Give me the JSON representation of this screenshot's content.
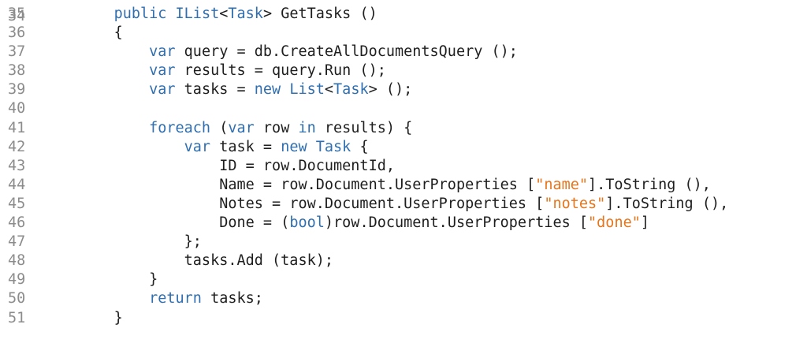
{
  "editor": {
    "partial_top_line_number": "34",
    "lines": [
      {
        "number": "35",
        "indent": "    ",
        "tokens": [
          {
            "t": "kw",
            "v": "public"
          },
          {
            "t": "plain",
            "v": " "
          },
          {
            "t": "ty",
            "v": "IList"
          },
          {
            "t": "plain",
            "v": "<"
          },
          {
            "t": "ty",
            "v": "Task"
          },
          {
            "t": "plain",
            "v": "> GetTasks ()"
          }
        ]
      },
      {
        "number": "36",
        "indent": "    ",
        "tokens": [
          {
            "t": "plain",
            "v": "{"
          }
        ]
      },
      {
        "number": "37",
        "indent": "        ",
        "tokens": [
          {
            "t": "kw",
            "v": "var"
          },
          {
            "t": "plain",
            "v": " query = db.CreateAllDocumentsQuery ();"
          }
        ]
      },
      {
        "number": "38",
        "indent": "        ",
        "tokens": [
          {
            "t": "kw",
            "v": "var"
          },
          {
            "t": "plain",
            "v": " results = query.Run ();"
          }
        ]
      },
      {
        "number": "39",
        "indent": "        ",
        "tokens": [
          {
            "t": "kw",
            "v": "var"
          },
          {
            "t": "plain",
            "v": " tasks = "
          },
          {
            "t": "kw",
            "v": "new"
          },
          {
            "t": "plain",
            "v": " "
          },
          {
            "t": "ty",
            "v": "List"
          },
          {
            "t": "plain",
            "v": "<"
          },
          {
            "t": "ty",
            "v": "Task"
          },
          {
            "t": "plain",
            "v": "> ();"
          }
        ]
      },
      {
        "number": "40",
        "indent": "",
        "tokens": []
      },
      {
        "number": "41",
        "indent": "        ",
        "tokens": [
          {
            "t": "kw",
            "v": "foreach"
          },
          {
            "t": "plain",
            "v": " ("
          },
          {
            "t": "kw",
            "v": "var"
          },
          {
            "t": "plain",
            "v": " row "
          },
          {
            "t": "kw",
            "v": "in"
          },
          {
            "t": "plain",
            "v": " results) {"
          }
        ]
      },
      {
        "number": "42",
        "indent": "            ",
        "tokens": [
          {
            "t": "kw",
            "v": "var"
          },
          {
            "t": "plain",
            "v": " task = "
          },
          {
            "t": "kw",
            "v": "new"
          },
          {
            "t": "plain",
            "v": " "
          },
          {
            "t": "ty",
            "v": "Task"
          },
          {
            "t": "plain",
            "v": " {"
          }
        ]
      },
      {
        "number": "43",
        "indent": "                ",
        "tokens": [
          {
            "t": "plain",
            "v": "ID = row.DocumentId,"
          }
        ]
      },
      {
        "number": "44",
        "indent": "                ",
        "tokens": [
          {
            "t": "plain",
            "v": "Name = row.Document.UserProperties ["
          },
          {
            "t": "str",
            "v": "\"name\""
          },
          {
            "t": "plain",
            "v": "].ToString (),"
          }
        ]
      },
      {
        "number": "45",
        "indent": "                ",
        "tokens": [
          {
            "t": "plain",
            "v": "Notes = row.Document.UserProperties ["
          },
          {
            "t": "str",
            "v": "\"notes\""
          },
          {
            "t": "plain",
            "v": "].ToString (),"
          }
        ]
      },
      {
        "number": "46",
        "indent": "                ",
        "tokens": [
          {
            "t": "plain",
            "v": "Done = ("
          },
          {
            "t": "kw",
            "v": "bool"
          },
          {
            "t": "plain",
            "v": ")row.Document.UserProperties ["
          },
          {
            "t": "str",
            "v": "\"done\""
          },
          {
            "t": "plain",
            "v": "]"
          }
        ]
      },
      {
        "number": "47",
        "indent": "            ",
        "tokens": [
          {
            "t": "plain",
            "v": "};"
          }
        ]
      },
      {
        "number": "48",
        "indent": "            ",
        "tokens": [
          {
            "t": "plain",
            "v": "tasks.Add (task);"
          }
        ]
      },
      {
        "number": "49",
        "indent": "        ",
        "tokens": [
          {
            "t": "plain",
            "v": "}"
          }
        ]
      },
      {
        "number": "50",
        "indent": "        ",
        "tokens": [
          {
            "t": "kw",
            "v": "return"
          },
          {
            "t": "plain",
            "v": " tasks;"
          }
        ]
      },
      {
        "number": "51",
        "indent": "    ",
        "tokens": [
          {
            "t": "plain",
            "v": "}"
          }
        ]
      }
    ]
  },
  "colors": {
    "keyword": "#2f6fb1",
    "type": "#2f6fb1",
    "string": "#e8751a",
    "text": "#1e1e1e",
    "line_number": "#8c8c8c",
    "background": "#ffffff"
  }
}
